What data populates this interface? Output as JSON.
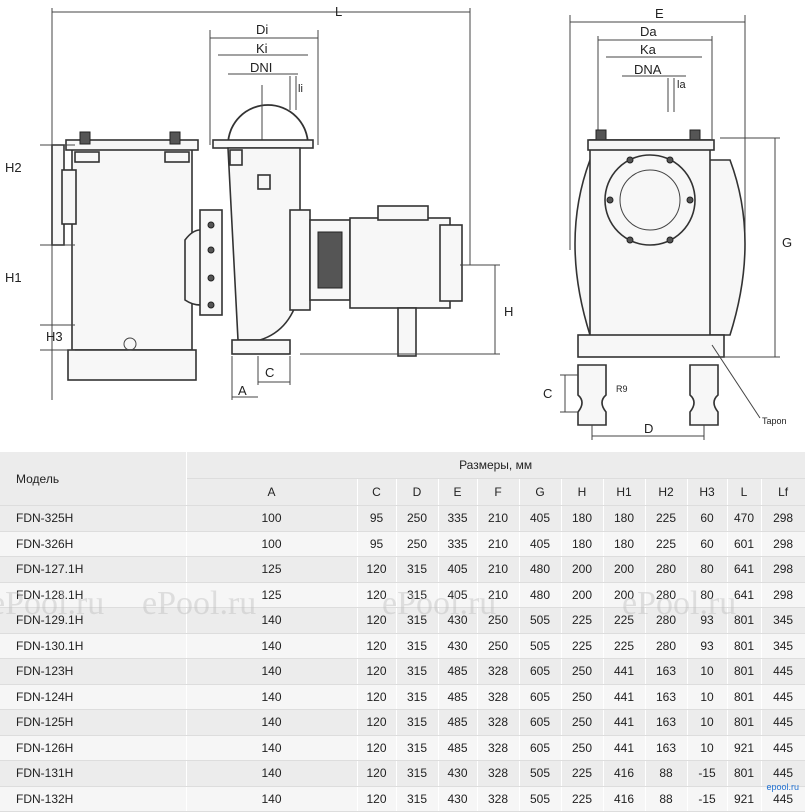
{
  "drawing": {
    "side_view_labels": {
      "L": "L",
      "Di": "Di",
      "Ki": "Ki",
      "DNI": "DNI",
      "li": "li",
      "H2": "H2",
      "H1": "H1",
      "H3": "H3",
      "C": "C",
      "A": "A",
      "H": "H"
    },
    "front_view_labels": {
      "E": "E",
      "Da": "Da",
      "Ka": "Ka",
      "DNA": "DNA",
      "la": "la",
      "G": "G",
      "C": "C",
      "D": "D",
      "R9": "R9",
      "tapon": "Tapon"
    }
  },
  "table": {
    "model_header": "Модель",
    "group_header": "Размеры, мм",
    "columns": [
      "A",
      "C",
      "D",
      "E",
      "F",
      "G",
      "H",
      "H1",
      "H2",
      "H3",
      "L",
      "Lf"
    ],
    "rows": [
      {
        "model": "FDN-325H",
        "values": [
          "100",
          "95",
          "250",
          "335",
          "210",
          "405",
          "180",
          "180",
          "225",
          "60",
          "470",
          "298"
        ]
      },
      {
        "model": "FDN-326H",
        "values": [
          "100",
          "95",
          "250",
          "335",
          "210",
          "405",
          "180",
          "180",
          "225",
          "60",
          "601",
          "298"
        ]
      },
      {
        "model": "FDN-127.1H",
        "values": [
          "125",
          "120",
          "315",
          "405",
          "210",
          "480",
          "200",
          "200",
          "280",
          "80",
          "641",
          "298"
        ]
      },
      {
        "model": "FDN-128.1H",
        "values": [
          "125",
          "120",
          "315",
          "405",
          "210",
          "480",
          "200",
          "200",
          "280",
          "80",
          "641",
          "298"
        ]
      },
      {
        "model": "FDN-129.1H",
        "values": [
          "140",
          "120",
          "315",
          "430",
          "250",
          "505",
          "225",
          "225",
          "280",
          "93",
          "801",
          "345"
        ]
      },
      {
        "model": "FDN-130.1H",
        "values": [
          "140",
          "120",
          "315",
          "430",
          "250",
          "505",
          "225",
          "225",
          "280",
          "93",
          "801",
          "345"
        ]
      },
      {
        "model": "FDN-123H",
        "values": [
          "140",
          "120",
          "315",
          "485",
          "328",
          "605",
          "250",
          "441",
          "163",
          "10",
          "801",
          "445"
        ]
      },
      {
        "model": "FDN-124H",
        "values": [
          "140",
          "120",
          "315",
          "485",
          "328",
          "605",
          "250",
          "441",
          "163",
          "10",
          "801",
          "445"
        ]
      },
      {
        "model": "FDN-125H",
        "values": [
          "140",
          "120",
          "315",
          "485",
          "328",
          "605",
          "250",
          "441",
          "163",
          "10",
          "801",
          "445"
        ]
      },
      {
        "model": "FDN-126H",
        "values": [
          "140",
          "120",
          "315",
          "485",
          "328",
          "605",
          "250",
          "441",
          "163",
          "10",
          "921",
          "445"
        ]
      },
      {
        "model": "FDN-131H",
        "values": [
          "140",
          "120",
          "315",
          "430",
          "328",
          "505",
          "225",
          "416",
          "88",
          "-15",
          "801",
          "445"
        ]
      },
      {
        "model": "FDN-132H",
        "values": [
          "140",
          "120",
          "315",
          "430",
          "328",
          "505",
          "225",
          "416",
          "88",
          "-15",
          "921",
          "445"
        ]
      }
    ]
  },
  "watermark": "ePool.ru",
  "logo_text": "epool.ru"
}
